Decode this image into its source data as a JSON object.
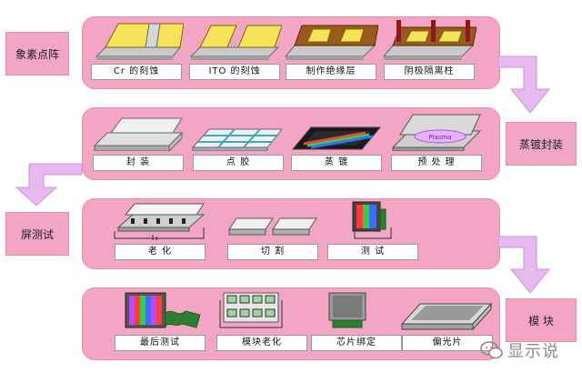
{
  "stages": {
    "pixel": "象素点阵",
    "evap_encap": "蒸镀封装",
    "panel_test": "屏测试",
    "module": "模 块"
  },
  "row1": [
    "Cr 的刻蚀",
    "ITO 的刻蚀",
    "制作绝缘层",
    "阴极隔离柱"
  ],
  "row2": [
    "封 装",
    "点 胶",
    "蒸 镀",
    "预 处 理"
  ],
  "row3": [
    "老 化",
    "切 割",
    "测 试"
  ],
  "row4": [
    "最后测试",
    "模块老化",
    "芯片绑定",
    "偏光片"
  ],
  "plasma_text": "Plasma",
  "watermark": "显示说",
  "colors": {
    "band": "#f2a6c4",
    "arrow": "#e8b8f0",
    "yellow": "#f5e35a",
    "brown": "#9a5a1e"
  },
  "icons": [
    "arrow-right-down-icon",
    "arrow-left-down-icon",
    "wechat-icon"
  ]
}
